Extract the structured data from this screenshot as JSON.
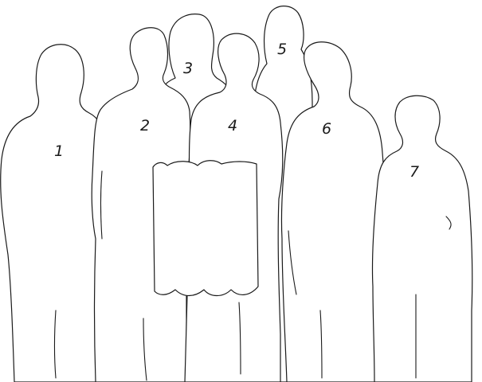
{
  "figures": [
    {
      "number": "1"
    },
    {
      "number": "2"
    },
    {
      "number": "3"
    },
    {
      "number": "4"
    },
    {
      "number": "5"
    },
    {
      "number": "6"
    },
    {
      "number": "7"
    }
  ],
  "colors": {
    "background": "#ffffff",
    "line": "#1a1a1a"
  }
}
